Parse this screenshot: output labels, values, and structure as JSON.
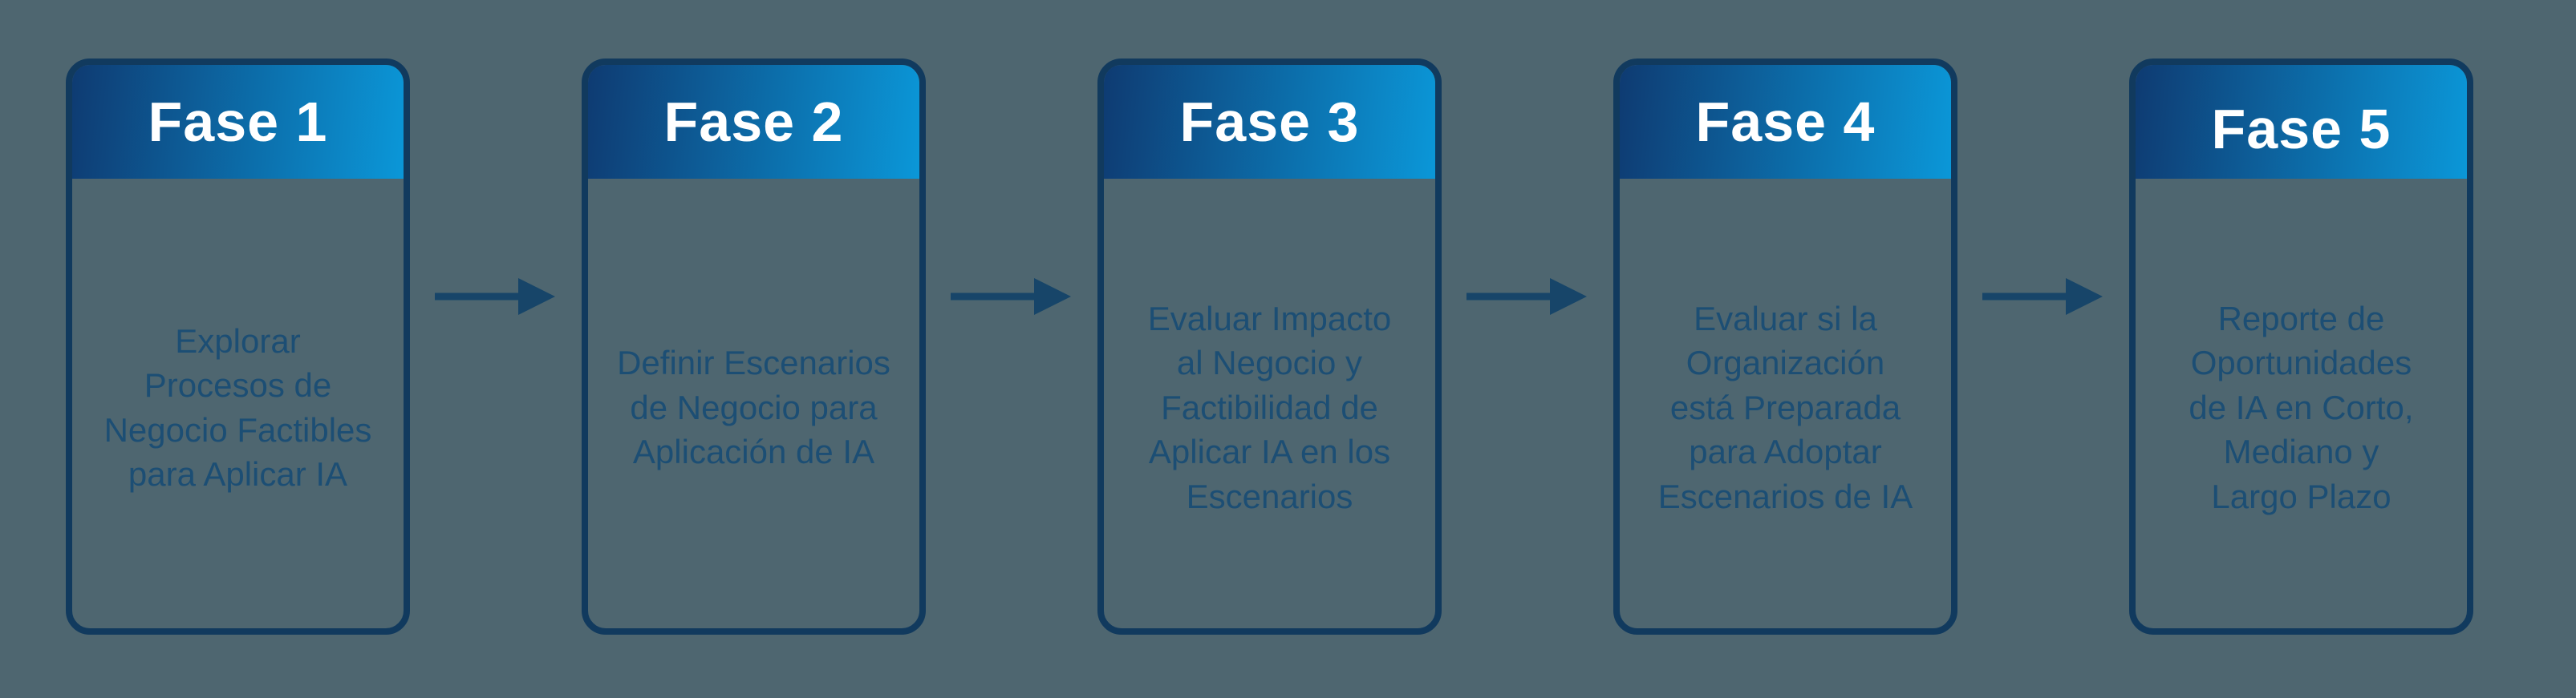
{
  "diagram": {
    "type": "process-flow",
    "language": "es",
    "phases": [
      {
        "title": "Fase 1",
        "description": "Explorar\nProcesos de\nNegocio Factibles\npara Aplicar IA"
      },
      {
        "title": "Fase 2",
        "description": "Definir Escenarios\nde Negocio para\nAplicación de IA"
      },
      {
        "title": "Fase 3",
        "description": "Evaluar Impacto\nal Negocio y\nFactibilidad de\nAplicar IA en los\nEscenarios"
      },
      {
        "title": "Fase 4",
        "description": "Evaluar si la\nOrganización\nestá Preparada\npara Adoptar\nEscenarios de IA"
      },
      {
        "title": "Fase 5",
        "description": "Reporte de\nOportunidades\nde IA en Corto,\nMediano y\nLargo Plazo"
      }
    ],
    "connector": "right-arrow",
    "colors": {
      "background": "#4E6670",
      "card_border": "#113A5E",
      "header_gradient_start": "#0E3B72",
      "header_gradient_end": "#0B97D8",
      "header_text": "#FFFFFF",
      "body_text": "#1C4E74",
      "arrow": "#174569"
    }
  }
}
